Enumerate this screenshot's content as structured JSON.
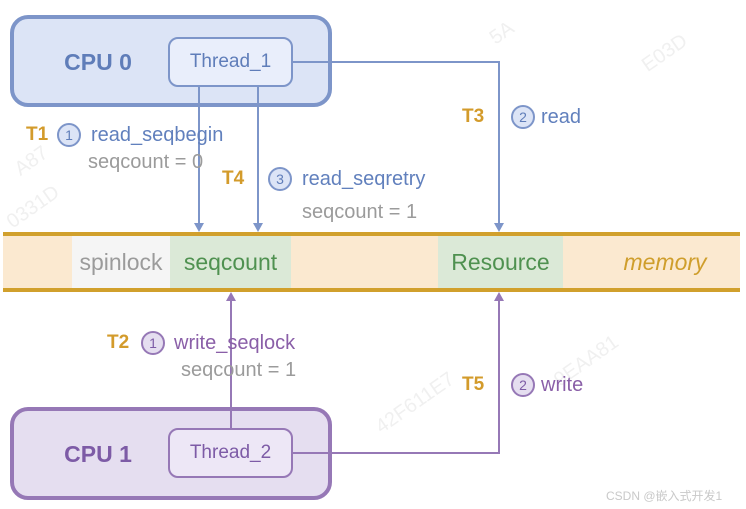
{
  "cpu0": {
    "label": "CPU 0",
    "thread_label": "Thread_1"
  },
  "cpu1": {
    "label": "CPU 1",
    "thread_label": "Thread_2"
  },
  "memory": {
    "spinlock_label": "spinlock",
    "seqcount_label": "seqcount",
    "resource_label": "Resource",
    "region_label": "memory"
  },
  "annotations": {
    "t1": {
      "tag": "T1",
      "step": "1",
      "action": "read_seqbegin",
      "detail": "seqcount = 0"
    },
    "t4": {
      "tag": "T4",
      "step": "3",
      "action": "read_seqretry",
      "detail": "seqcount = 1"
    },
    "t3": {
      "tag": "T3",
      "step": "2",
      "action": "read"
    },
    "t2": {
      "tag": "T2",
      "step": "1",
      "action": "write_seqlock",
      "detail": "seqcount = 1"
    },
    "t5": {
      "tag": "T5",
      "step": "2",
      "action": "write"
    }
  },
  "watermark": {
    "credit": "CSDN @嵌入式开发1",
    "fragments": [
      "5A",
      "E03D",
      "A87",
      "0331D",
      "42F611E7",
      "9EAA81"
    ]
  },
  "colors": {
    "reader_blue_text": "#6180bd",
    "reader_blue_line": "#7d95c9",
    "reader_blue_fill": "#dce4f6",
    "writer_purple_text": "#8a5fa8",
    "writer_purple_line": "#9678b6",
    "writer_purple_fill": "#e5def0",
    "tag_gold": "#d39b2b",
    "memory_gold_border": "#d1a02c",
    "memory_fill": "#fbe9d0",
    "green_text": "#4f9150",
    "green_fill": "#dbe9d7",
    "spinlock_fill": "#f5f5f5",
    "gray_text": "#9b9b9b"
  }
}
